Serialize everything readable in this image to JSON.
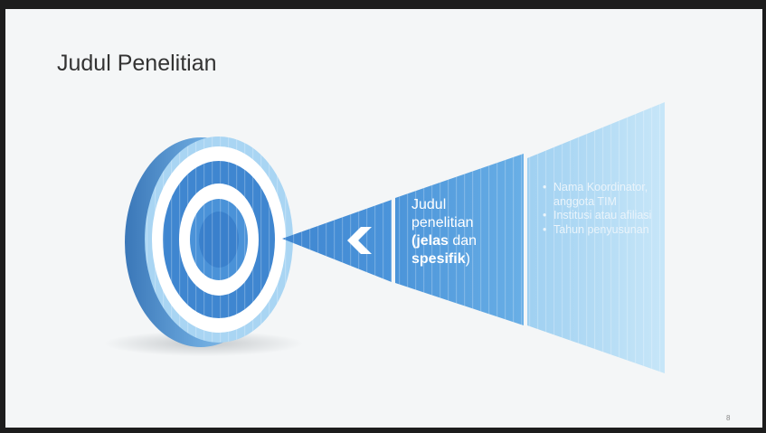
{
  "slide": {
    "title": "Judul Penelitian",
    "center_box": {
      "line1": "Judul",
      "line2": "penelitian",
      "line3_bold": "(jelas",
      "line3_rest": " dan",
      "line4_bold": "spesifik",
      "line4_rest": ")"
    },
    "right_list": [
      "Nama Koordinator, anggota TIM",
      "Institusi atau afiliasi",
      "Tahun penyusunan"
    ],
    "page_number": "8"
  },
  "colors": {
    "target_light": "#9ccbed",
    "target_mid": "#4e98dc",
    "target_dark": "#3a7fc9",
    "funnel_light": "#b7dcf3",
    "funnel_mid": "#5aa4e0",
    "funnel_dark": "#3f86d0"
  },
  "icons": {
    "arrow": "chevron-left-icon"
  }
}
